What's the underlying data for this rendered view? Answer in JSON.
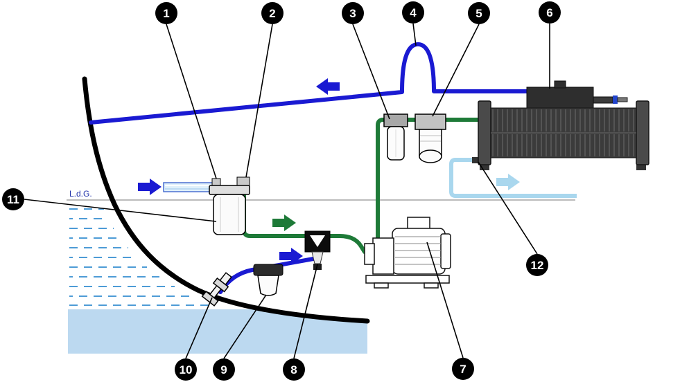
{
  "waterline": {
    "label": "L.d.G."
  },
  "callouts": [
    {
      "label": "1",
      "component": "filter-inlet-fitting"
    },
    {
      "label": "2",
      "component": "filter-outlet-elbow"
    },
    {
      "label": "3",
      "component": "pre-filter-small"
    },
    {
      "label": "4",
      "component": "vented-loop"
    },
    {
      "label": "5",
      "component": "pre-filter-large"
    },
    {
      "label": "6",
      "component": "high-pressure-pump-membrane-unit"
    },
    {
      "label": "7",
      "component": "feed-pump-motor"
    },
    {
      "label": "8",
      "component": "diverter-valve"
    },
    {
      "label": "9",
      "component": "sea-strainer"
    },
    {
      "label": "10",
      "component": "thru-hull-inlet"
    },
    {
      "label": "11",
      "component": "raw-water-filter-housing"
    },
    {
      "label": "12",
      "component": "discharge-outlet"
    }
  ],
  "colors": {
    "raw_water_line": "#1a1ad2",
    "pressure_line": "#1e7a38",
    "discharge_line": "#a9d7ee",
    "water_fill": "#bcd9f0",
    "water_hatch": "#4d9bd6",
    "hull": "#000000",
    "callout_bg": "#000000",
    "callout_text": "#ffffff",
    "waterline_label_color": "#2233aa"
  }
}
